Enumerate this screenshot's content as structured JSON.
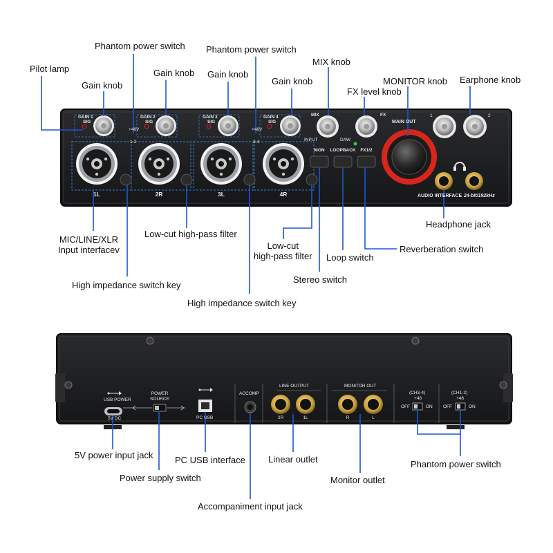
{
  "front_callouts": {
    "pilot_lamp": "Pilot lamp",
    "gain_knob_1": "Gain knob",
    "phantom_power_switch_1": "Phantom power switch",
    "gain_knob_2": "Gain knob",
    "gain_knob_3": "Gain knob",
    "phantom_power_switch_2": "Phantom power switch",
    "gain_knob_4": "Gain knob",
    "mix_knob": "MIX knob",
    "fx_level_knob": "FX level knob",
    "monitor_knob": "MONITOR knob",
    "earphone_knob": "Earphone knob",
    "headphone_jack": "Headphone jack",
    "reverberation_switch": "Reverberation switch",
    "loop_switch": "Loop switch",
    "stereo_switch": "Stereo switch",
    "low_cut_filter_1": "Low-cut high-pass filter",
    "low_cut_filter_2": "Low-cut\nhigh-pass filter",
    "mic_input": "MIC/LINE/XLR\nInput interfacev",
    "high_impedance_1": "High impedance switch key",
    "high_impedance_2": "High impedance switch key"
  },
  "rear_callouts": {
    "power_input_jack": "5V power input jack",
    "power_supply_switch": "Power supply switch",
    "pc_usb_interface": "PC USB interface",
    "accompaniment_jack": "Accompaniment input jack",
    "linear_outlet": "Linear outlet",
    "monitor_outlet": "Monitor outlet",
    "phantom_power_switch": "Phantom power switch"
  },
  "front_panel": {
    "gain1": "GAIN 1",
    "gain2": "GAIN 2",
    "gain3": "GAIN 3",
    "gain4": "GAIN 4",
    "sig": "SIG",
    "plus48_a": "+48V",
    "plus48_b": "+48V",
    "ch_1_2": "1-2",
    "ch_3_4": "3-4",
    "mix": "MIX",
    "fx": "FX",
    "input": "INPUT",
    "daw": "DAW",
    "main_out": "MAIN OUT",
    "hp1": "1",
    "hp2": "2",
    "mon": "MON",
    "loopback": "LOOPBACK",
    "fx12": "FX1/2",
    "in1": "1L",
    "in2": "2R",
    "in3": "3L",
    "in4": "4R",
    "audio_interface": "AUDIO INTERFACE",
    "spec": "24-bit/192kHz"
  },
  "rear_panel": {
    "usb_power": "USB POWER",
    "power_source": "POWER\nSOURCE",
    "dc": "5V DC",
    "pc_usb": "PC USB",
    "accomp": "ACCOMP",
    "line_output": "LINE OUTPUT",
    "monitor_out": "MONITOR OUT",
    "ch34": "(CH3-4)",
    "ch12": "(CH1-2)",
    "p48a": "+48",
    "p48b": "+48",
    "off_a": "OFF",
    "on_a": "ON",
    "off_b": "OFF",
    "on_b": "ON",
    "jack_2r": "2R",
    "jack_1l": "1L",
    "jack_r": "R",
    "jack_l": "L"
  },
  "colors": {
    "callout_line": "#1a56d6",
    "panel": "#1e1f22",
    "main_out_ring": "#d8261c",
    "gold": "#c9a23a"
  }
}
